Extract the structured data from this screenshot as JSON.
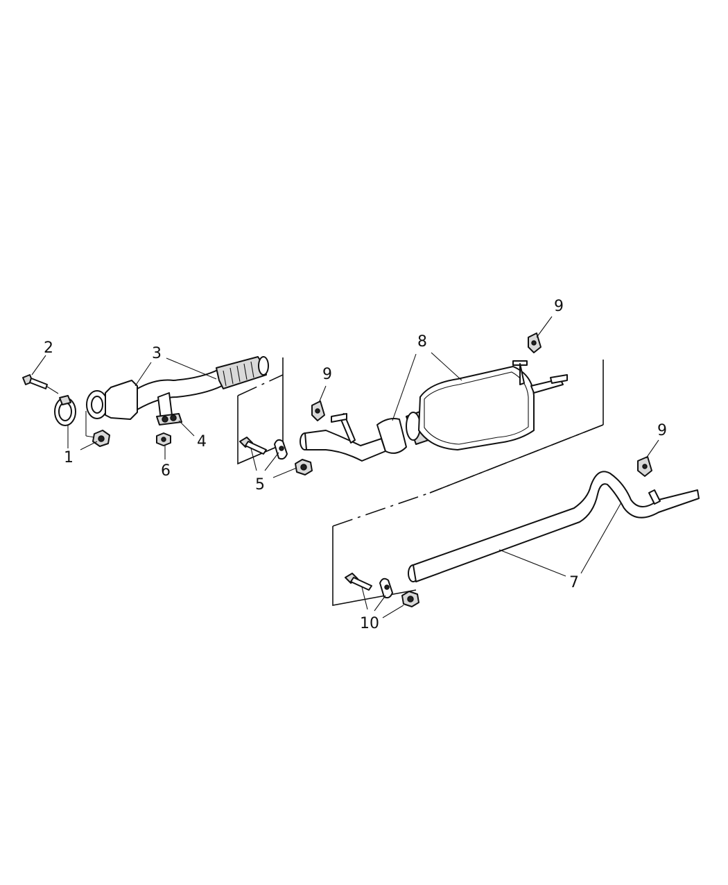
{
  "callouts": {
    "c1": "1",
    "c2": "2",
    "c3": "3",
    "c4": "4",
    "c5": "5",
    "c6": "6",
    "c7": "7",
    "c8": "8",
    "c9a": "9",
    "c9b": "9",
    "c9c": "9",
    "c10": "10"
  }
}
